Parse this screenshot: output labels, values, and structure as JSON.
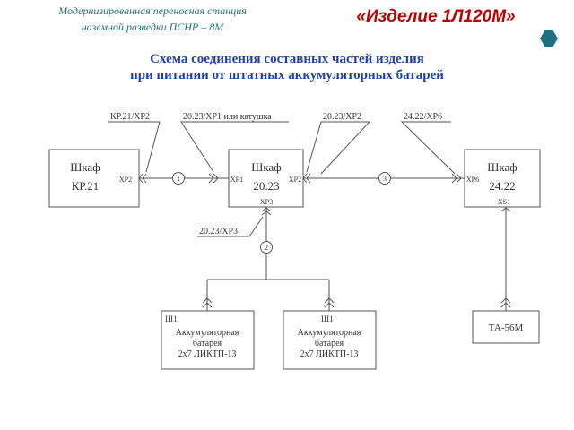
{
  "header": {
    "subtitle_line1": "Модернизированная переносная станция",
    "subtitle_line2": "наземной разведки ПСНР – 8М",
    "product_title": "«Изделие 1Л120М»",
    "accent_color": "#1f6f82",
    "title_color": "#c00000"
  },
  "title": {
    "line1": "Схема соединения составных частей изделия",
    "line2": "при питании от штатных аккумуляторных батарей",
    "color": "#1f3fa8"
  },
  "diagram": {
    "blocks": {
      "kr21": {
        "line1": "Шкаф",
        "line2": "КР.21",
        "port": "ХР2"
      },
      "b2023": {
        "line1": "Шкаф",
        "line2": "20.23",
        "port_left": "ХР1",
        "port_right": "ХР2",
        "port_bottom": "ХР3"
      },
      "b2422": {
        "line1": "Шкаф",
        "line2": "24.22",
        "port_left": "ХР6",
        "port_bottom": "XS1"
      },
      "battery1": {
        "port": "Ш1",
        "line1": "Аккумуляторная",
        "line2": "батарея",
        "line3": "2х7 ЛИКТП-13"
      },
      "battery2": {
        "port": "Ш1",
        "line1": "Аккумуляторная",
        "line2": "батарея",
        "line3": "2х7 ЛИКТП-13"
      },
      "ta56m": {
        "label": "ТА-56М"
      }
    },
    "cables": {
      "c1": "1",
      "c2": "2",
      "c3": "3"
    },
    "leader_labels": {
      "kr21_xp2": "КР.21/ХР2",
      "b2023_xp1": "20.23/ХР1 или катушка",
      "b2023_xp2": "20.23/ХР2",
      "b2422_xp6": "24.22/ХР6",
      "b2023_xp3": "20.23/ХР3"
    }
  }
}
